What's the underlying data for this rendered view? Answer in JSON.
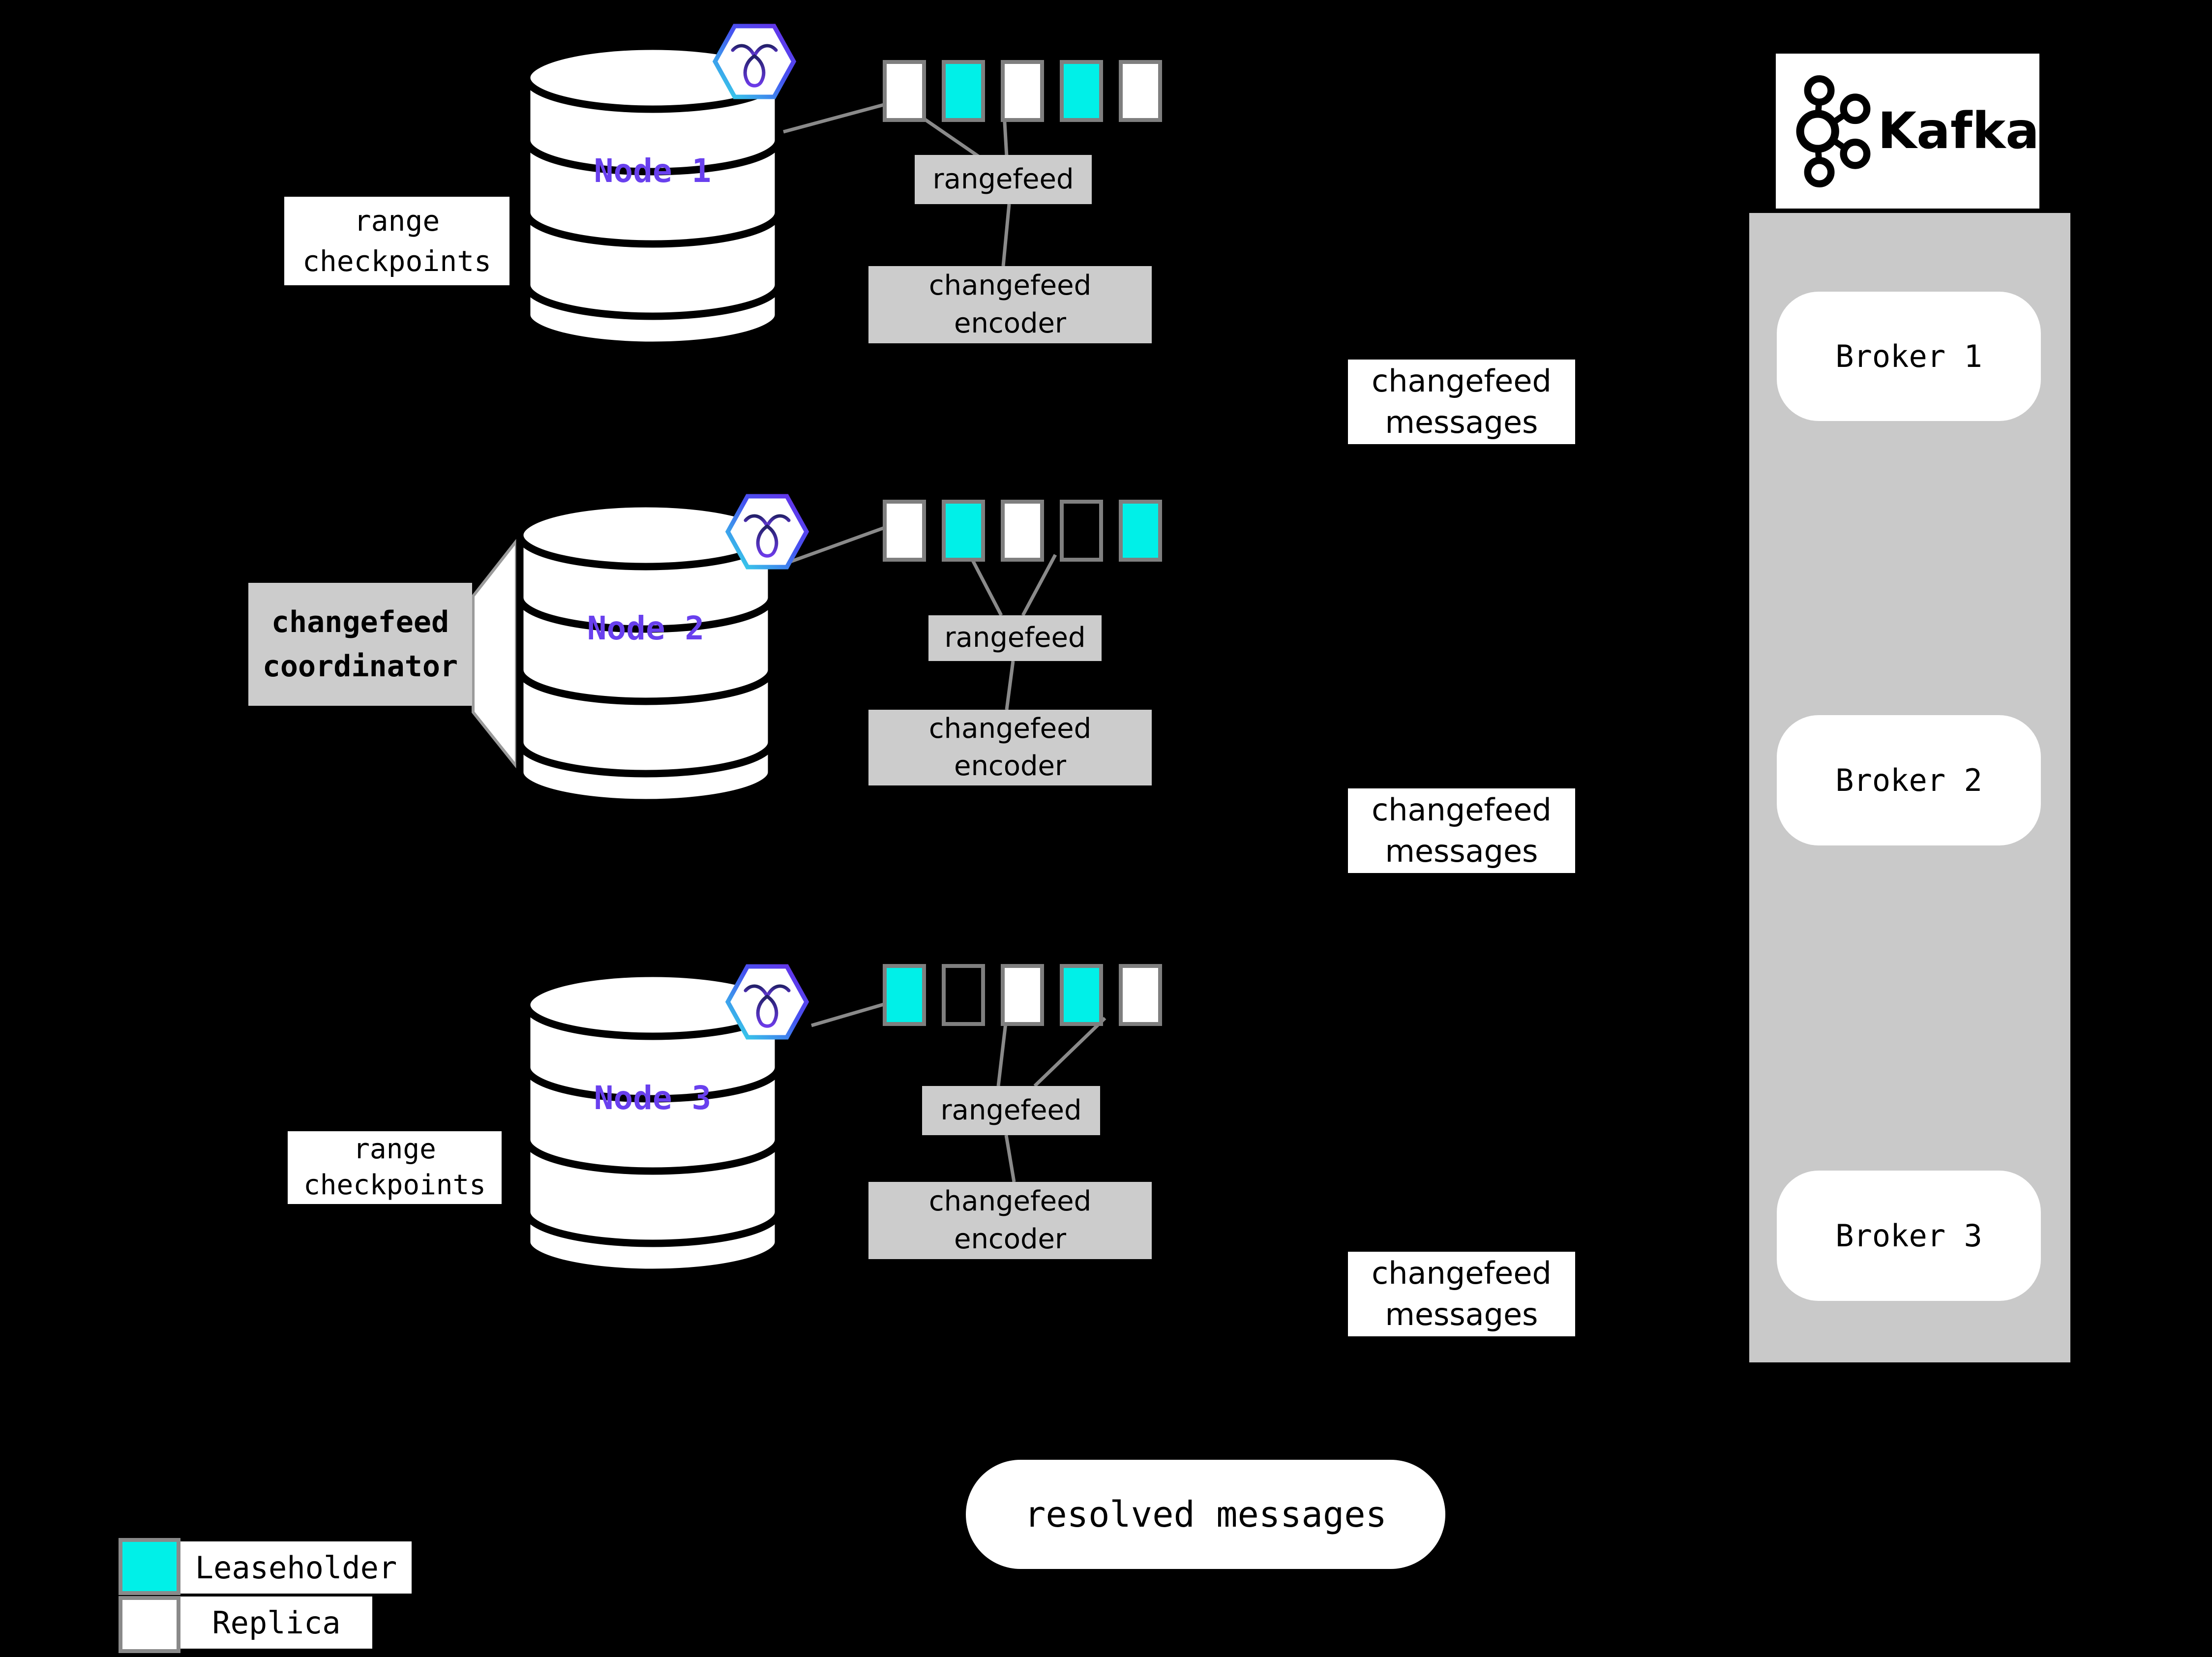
{
  "colors": {
    "background": "#000000",
    "leaseholder": "#00F0E8",
    "replica": "#FFFFFF",
    "process_box_gray": "#CCCCCC",
    "kafka_panel_gray": "#C9C9C9",
    "square_border_gray": "#7F7F7F",
    "connector_gray": "#8A8A8A",
    "node_label_purple": "#6940EE"
  },
  "nodes": [
    {
      "name": "Node 1",
      "rangefeed_label": "rangefeed",
      "encoder_label": "changefeed encoder",
      "ranges": [
        "replica",
        "leaseholder",
        "replica",
        "leaseholder",
        "replica"
      ]
    },
    {
      "name": "Node 2",
      "rangefeed_label": "rangefeed",
      "encoder_label": "changefeed encoder",
      "ranges": [
        "replica",
        "leaseholder",
        "replica",
        "none",
        "leaseholder"
      ]
    },
    {
      "name": "Node 3",
      "rangefeed_label": "rangefeed",
      "encoder_label": "changefeed encoder",
      "ranges": [
        "leaseholder",
        "none",
        "replica",
        "leaseholder",
        "replica"
      ]
    }
  ],
  "labels": {
    "range_checkpoints_top": "range checkpoints",
    "range_checkpoints_bottom": "range checkpoints",
    "changefeed_coordinator": "changefeed coordinator",
    "changefeed_messages_1": "changefeed messages",
    "changefeed_messages_2": "changefeed messages",
    "changefeed_messages_3": "changefeed messages",
    "resolved_messages": "resolved messages"
  },
  "kafka": {
    "logo_text": "Kafka",
    "brokers": [
      "Broker 1",
      "Broker 2",
      "Broker 3"
    ]
  },
  "legend": [
    {
      "swatch": "leaseholder",
      "label": "Leaseholder"
    },
    {
      "swatch": "replica",
      "label": "Replica"
    }
  ]
}
